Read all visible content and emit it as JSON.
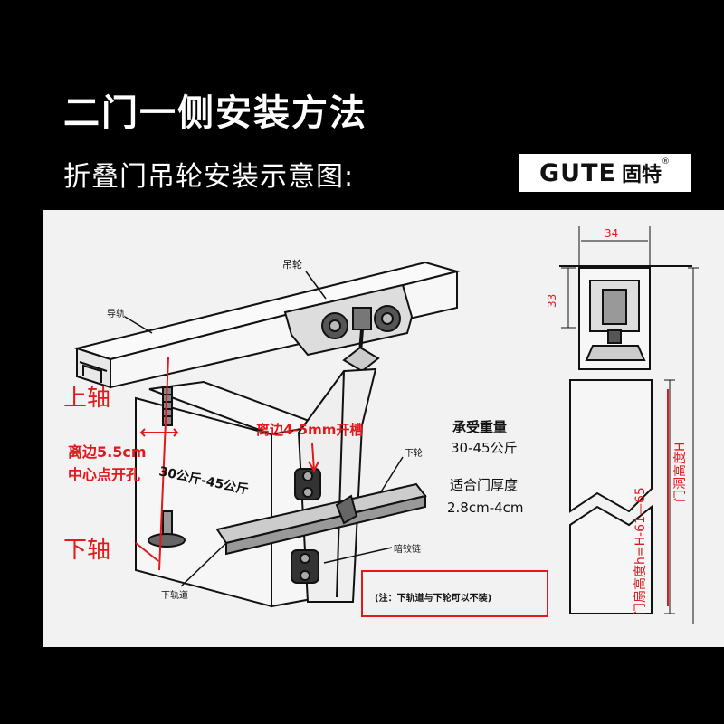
{
  "header": {
    "title": "二门一侧安装方法",
    "subtitle": "折叠门吊轮安装示意图:"
  },
  "logo": {
    "en": "GUTE",
    "cn": "固特",
    "reg": "®"
  },
  "labels": {
    "hanging_wheel": "吊轮",
    "guide_rail": "导轨",
    "upper_axis": "上轴",
    "lower_axis": "下轴",
    "edge_55_line1": "离边5.5cm",
    "edge_55_line2": "中心点开孔",
    "slot_note": "离边4-5mm开槽",
    "weight_title": "承受重量",
    "weight_value": "30-45公斤",
    "thickness_title": "适合门厚度",
    "thickness_value": "2.8cm-4cm",
    "door_weight": "30公斤-45公斤",
    "lower_wheel": "下轮",
    "hidden_hinge": "暗铰链",
    "lower_track": "下轨道",
    "note": "(注：下轨道与下轮可以不装)",
    "dim_34": "34",
    "dim_33": "33",
    "door_height": "门扇高度h=H-61—65",
    "opening_height": "门洞高度H"
  },
  "colors": {
    "annotation_red": "#e0191c",
    "line": "#111111",
    "paper": "#f2f2f2"
  }
}
